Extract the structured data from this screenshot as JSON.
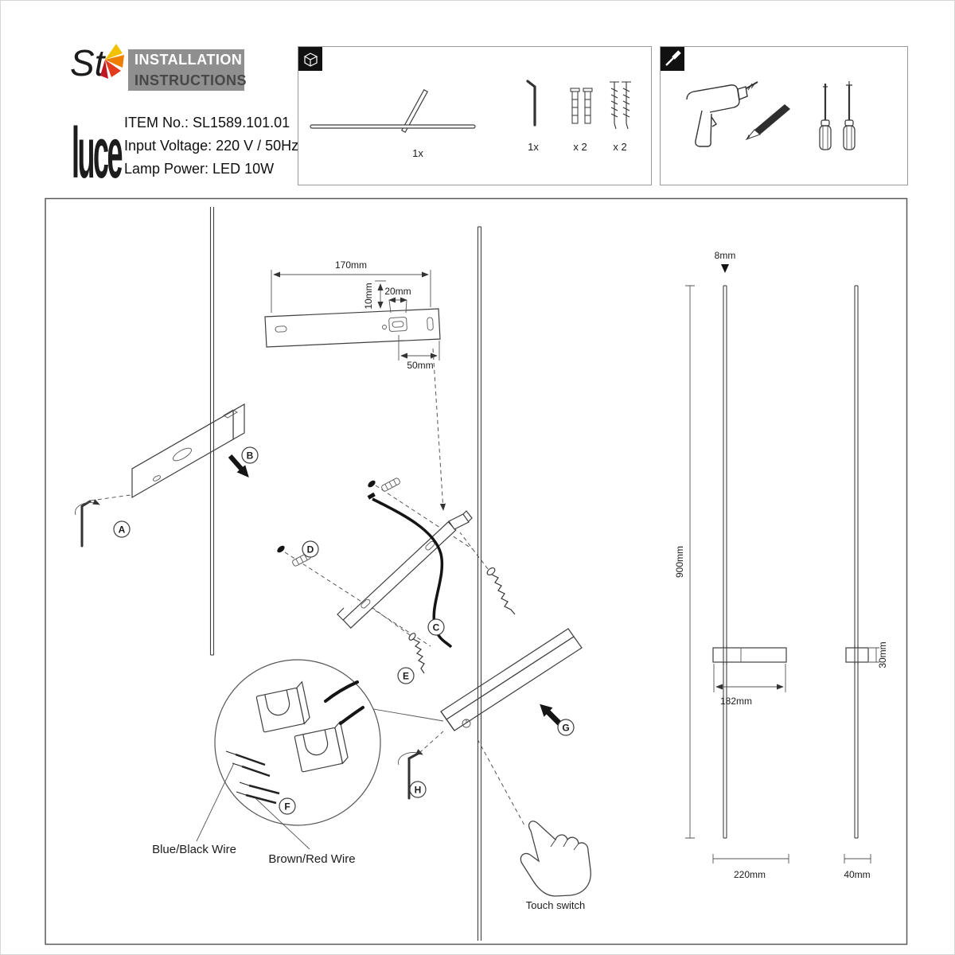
{
  "logo": {
    "st": "St",
    "luce": "luce"
  },
  "logo_colors": {
    "yellow": "#F2C200",
    "orange": "#EF7F00",
    "red": "#E23B1E",
    "crimson": "#C01822"
  },
  "header": {
    "line1": "INSTALLATION",
    "line2": "INSTRUCTIONS"
  },
  "specs": {
    "item": "ITEM No.: SL1589.101.01",
    "voltage": "Input Voltage: 220 V / 50Hz",
    "power": "Lamp Power: LED 10W"
  },
  "parts_box": {
    "rod_qty": "1x",
    "key_qty": "1x",
    "anchor_qty": "x 2",
    "screw_qty": "x 2"
  },
  "diagram": {
    "dims": {
      "d170": "170mm",
      "d10": "10mm",
      "d20": "20mm",
      "d50": "50mm",
      "d8": "8mm",
      "d900": "900mm",
      "d182": "182mm",
      "d30": "30mm",
      "d220": "220mm",
      "d40": "40mm"
    },
    "steps": {
      "a": "A",
      "b": "B",
      "c": "C",
      "d": "D",
      "e": "E",
      "f": "F",
      "g": "G",
      "h": "H"
    },
    "labels": {
      "blue_wire": "Blue/Black Wire",
      "brown_wire": "Brown/Red Wire",
      "touch": "Touch switch"
    }
  }
}
